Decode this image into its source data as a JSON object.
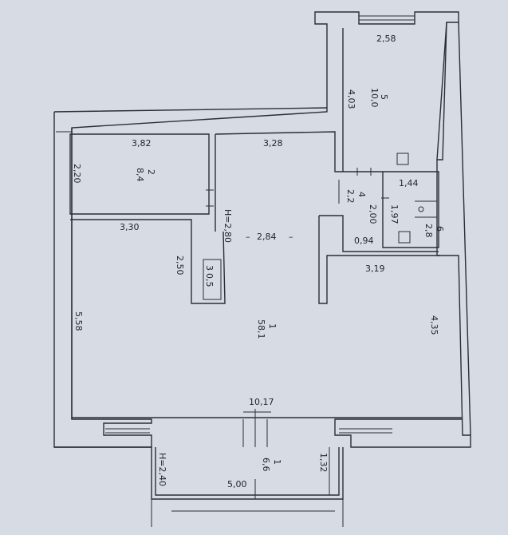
{
  "plan": {
    "rooms": [
      {
        "number": "1",
        "area": "58,1"
      },
      {
        "number": "2",
        "area": "8,4"
      },
      {
        "number": "3",
        "area": "0,5"
      },
      {
        "number": "4",
        "area": "2,2"
      },
      {
        "number": "5",
        "area": "10,0"
      },
      {
        "number": "6",
        "area": "2,8"
      },
      {
        "number": "1",
        "area": "6,6"
      }
    ],
    "dimensions": [
      "2,58",
      "4,03",
      "3,82",
      "2,20",
      "3,28",
      "1,44",
      "2,00",
      "1,97",
      "3,30",
      "2,84",
      "0,94",
      "3,19",
      "2,50",
      "5,58",
      "4,35",
      "10,17",
      "1,32",
      "5,00"
    ],
    "heights": [
      "H=2,80",
      "H=2,40"
    ]
  }
}
